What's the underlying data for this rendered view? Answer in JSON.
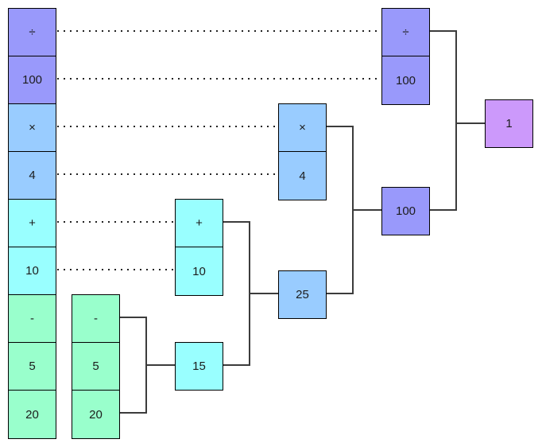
{
  "colors": {
    "divide_level": "#9999fb",
    "multiply_level": "#99ccff",
    "add_level": "#99ffff",
    "subtract_level": "#99ffcc",
    "final_result_level": "#cc99fb",
    "line": "#3c3c3c",
    "border": "#000000",
    "background": "#ffffff"
  },
  "expression_stack": [
    "÷",
    "100",
    "×",
    "4",
    "+",
    "10",
    "-",
    "5",
    "20"
  ],
  "steps": {
    "subtract": {
      "stack": [
        "-",
        "5",
        "20"
      ],
      "result": "15"
    },
    "add": {
      "stack": [
        "+",
        "10"
      ],
      "result": "25"
    },
    "multiply": {
      "stack": [
        "×",
        "4"
      ],
      "result": "100"
    },
    "divide": {
      "stack": [
        "÷",
        "100"
      ],
      "result": "1"
    }
  }
}
